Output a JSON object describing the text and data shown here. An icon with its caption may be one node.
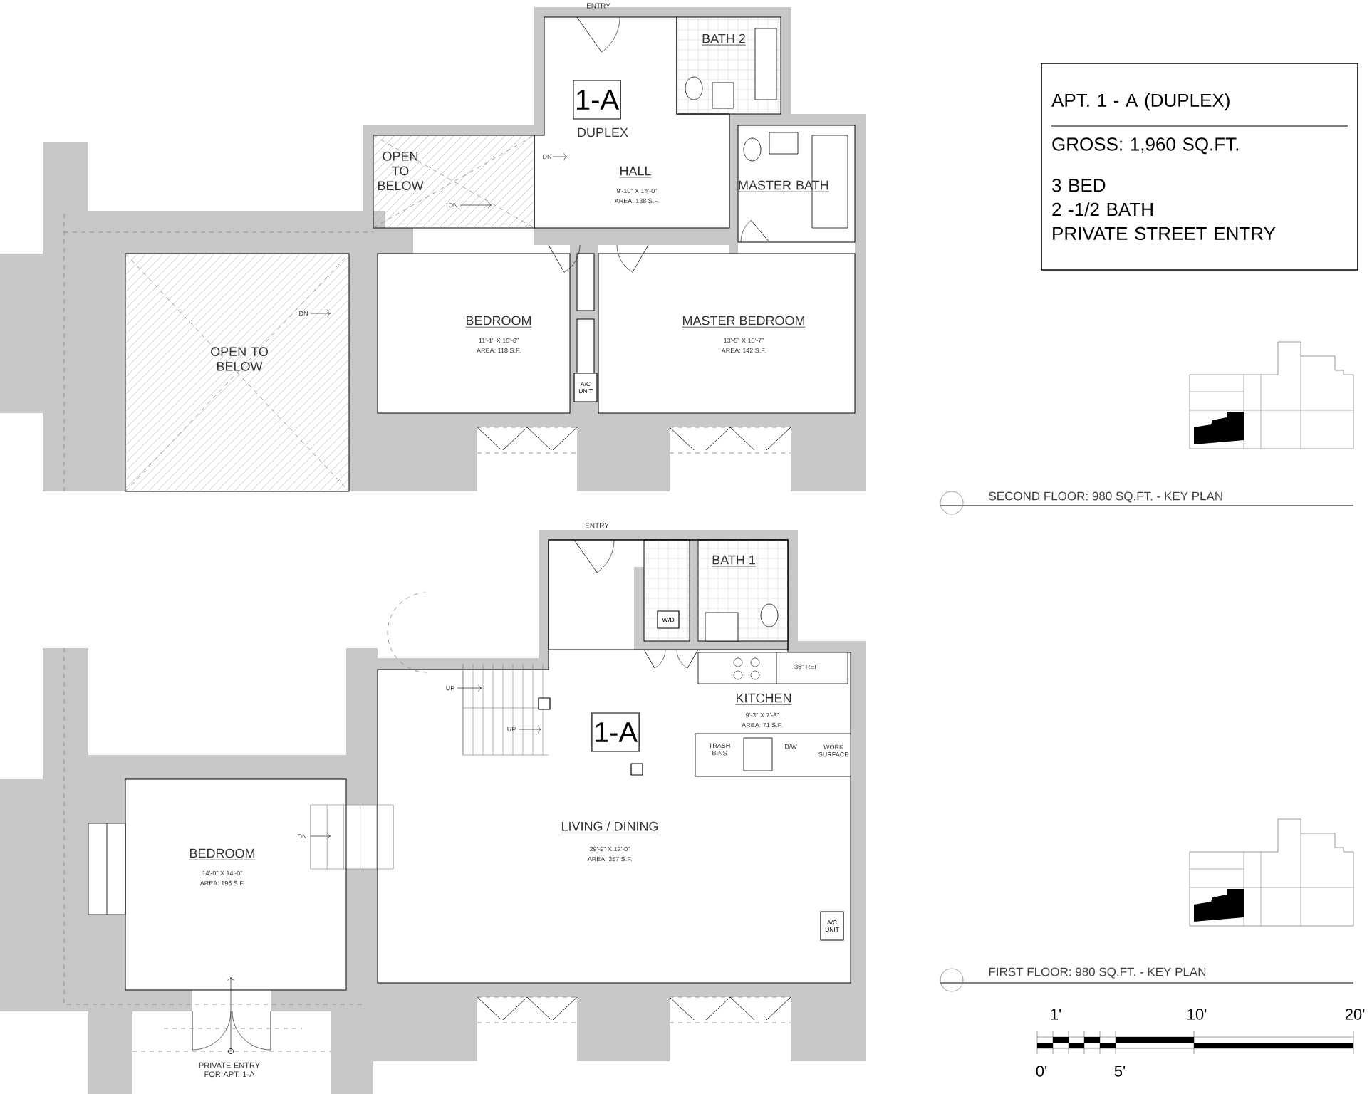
{
  "diagram": {
    "nodes": [
      {
        "text": [
          "APT. 1 - A (DUPLEX)",
          "GROSS: 1,960 SQ.FT.",
          "3 BED",
          "2 -1/2 BATH",
          "PRIVATE STREET ENTRY"
        ]
      },
      {
        "text": [
          "1-A"
        ]
      },
      {
        "text": [
          "1-A"
        ]
      },
      {
        "text": [
          "A/C UNIT"
        ]
      },
      {
        "text": [
          "W/D"
        ]
      },
      {
        "text": [
          "A/C UNIT"
        ]
      }
    ],
    "labels": [
      "ENTRY",
      "BATH 2",
      "DUPLEX",
      "OPEN TO BELOW",
      "DN",
      "DN",
      "HALL",
      "9'-10\" X 14'-0\"",
      "AREA: 138 S.F.",
      "MASTER BATH",
      "BEDROOM",
      "11'-1\" X 10'-6\"",
      "AREA: 118 S.F.",
      "MASTER BEDROOM",
      "13'-5\" X 10'-7\"",
      "AREA: 142 S.F.",
      "OPEN TO BELOW",
      "DN",
      "SECOND FLOOR: 980 SQ.FT. - KEY PLAN",
      "ENTRY",
      "BATH 1",
      "36\" REF",
      "UP",
      "KITCHEN",
      "9'-3\" X 7'-8\"",
      "AREA: 71 S.F.",
      "UP",
      "TRASH BINS",
      "D/W",
      "WORK SURFACE",
      "DN",
      "BEDROOM",
      "14'-0\" X 14'-0\"",
      "AREA: 196 S.F.",
      "LIVING / DINING",
      "29'-9\" X 12'-0\"",
      "AREA: 357 S.F.",
      "PRIVATE ENTRY FOR APT. 1-A",
      "FIRST FLOOR: 980 SQ.FT. - KEY PLAN",
      "1'",
      "10'",
      "20'",
      "0'",
      "5'"
    ]
  }
}
